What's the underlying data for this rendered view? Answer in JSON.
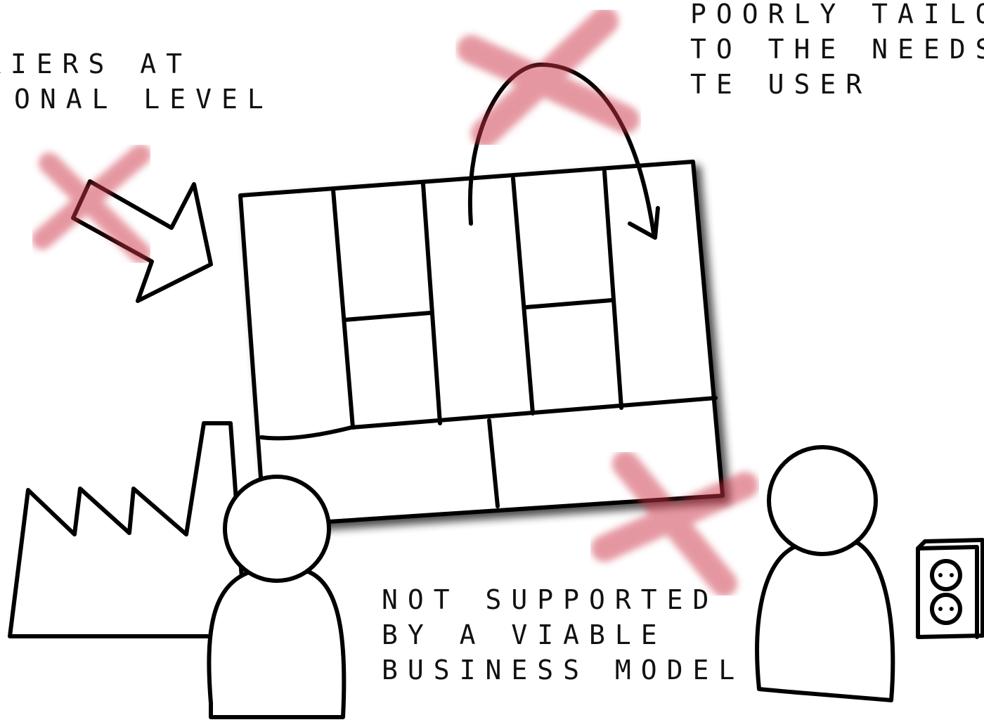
{
  "labels": {
    "top_left": [
      "RIERS AT",
      "ONAL LEVEL"
    ],
    "top_right": [
      "POORLY TAILOR",
      "TO THE NEEDS",
      "TE USER"
    ],
    "bottom": [
      "NOT SUPPORTED",
      "BY A VIABLE",
      "BUSINESS MODEL"
    ]
  },
  "colors": {
    "ink": "#000000",
    "cross": "#cc3344",
    "background": "#ffffff"
  },
  "icons": [
    "arrow-icon",
    "curved-arrow-icon",
    "factory-icon",
    "person-icon",
    "power-outlet-icon",
    "cross-mark-icon"
  ]
}
